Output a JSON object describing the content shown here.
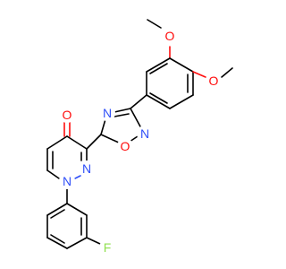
{
  "atoms": {
    "o_methoxy_top": "O",
    "o_methoxy_right": "O",
    "n_oxadiazole_top": "N",
    "o_oxadiazole": "O",
    "n_oxadiazole_bottom": "N",
    "o_carbonyl": "O",
    "n_pyridazine_upper": "N",
    "n_pyridazine_lower": "N",
    "f_substituent": "F"
  },
  "colors": {
    "carbon": "#000000",
    "oxygen": "#ff0d0d",
    "nitrogen": "#3050f8",
    "fluorine": "#90e050"
  }
}
